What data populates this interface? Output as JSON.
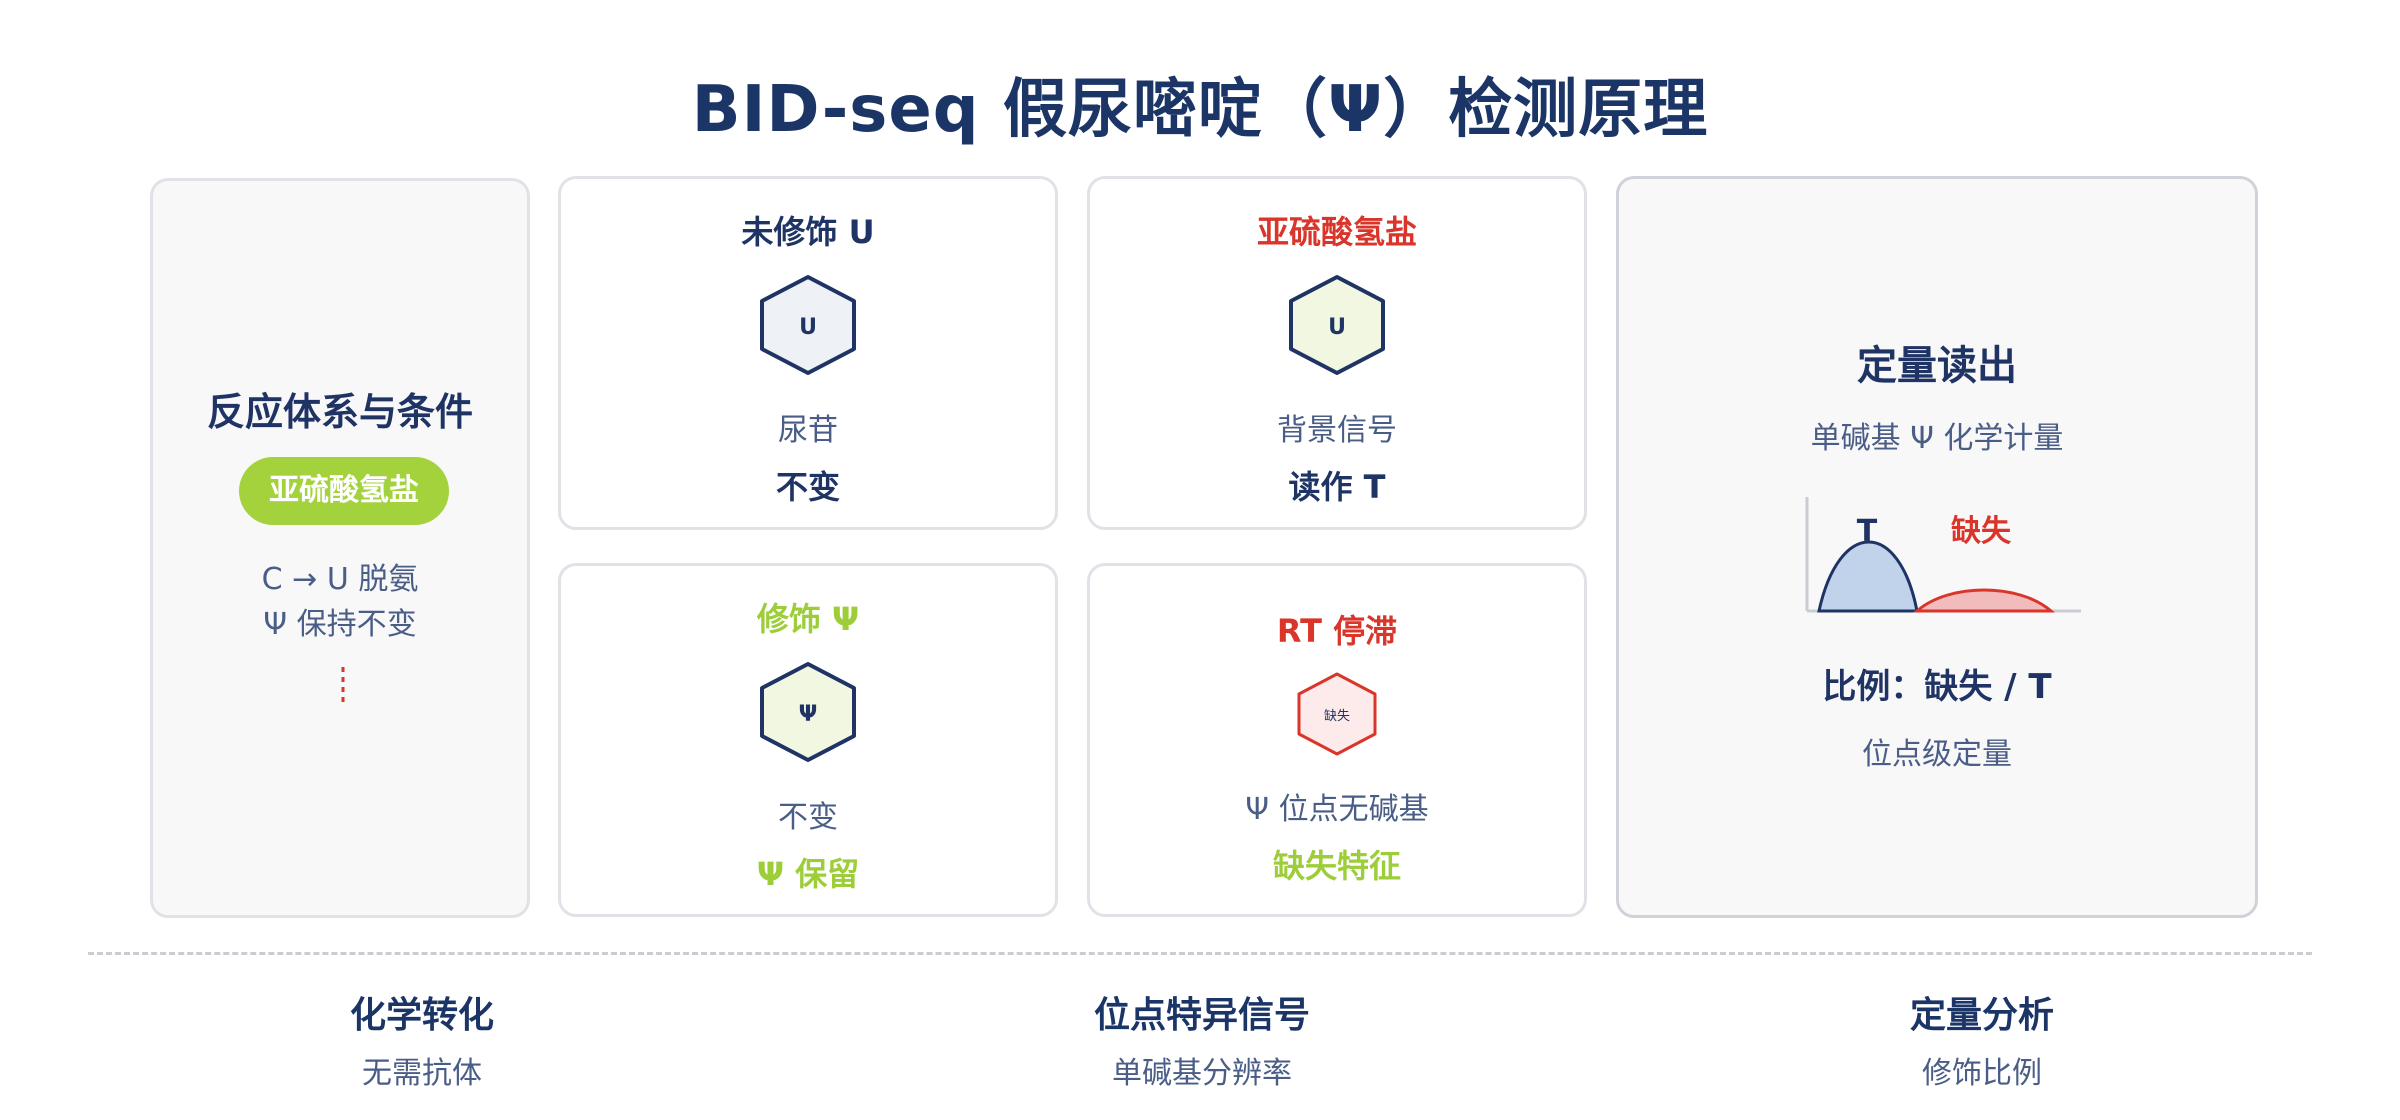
{
  "title": "BID-seq 假尿嘧啶（Ψ）检测原理",
  "colors": {
    "navy": "#1f3464",
    "green": "#9dce3a",
    "red": "#d9352a",
    "hex_navy_fill": "#eef2f7",
    "hex_green_fill": "#f1f7e0",
    "hex_red_fill": "#fdeaea"
  },
  "conditions": {
    "title": "反应体系与条件",
    "reagent": "亚硫酸氢盐",
    "line1": "C → U 脱氨",
    "line2": "Ψ 保持不变"
  },
  "cards": {
    "unmodified": {
      "title": "未修饰 U",
      "hex_label": "U",
      "description": "尿苷",
      "result": "不变"
    },
    "bisulfite": {
      "title": "亚硫酸氢盐",
      "hex_label": "U",
      "description": "背景信号",
      "result": "读作 T"
    },
    "modified": {
      "title": "修饰 Ψ",
      "hex_label": "Ψ",
      "description": "不变",
      "result": "Ψ 保留"
    },
    "rt_stall": {
      "title": "RT 停滞",
      "hex_label": "缺失",
      "description": "Ψ 位点无碱基",
      "result": "缺失特征"
    }
  },
  "readout": {
    "title": "定量读出",
    "subtitle": "单碱基 Ψ 化学计量",
    "peak_t_label": "T",
    "peak_deletion_label": "缺失",
    "ratio": "比例：缺失 / T",
    "note": "位点级定量"
  },
  "footer": [
    {
      "title": "化学转化",
      "subtitle": "无需抗体"
    },
    {
      "title": "位点特异信号",
      "subtitle": "单碱基分辨率"
    },
    {
      "title": "定量分析",
      "subtitle": "修饰比例"
    }
  ]
}
